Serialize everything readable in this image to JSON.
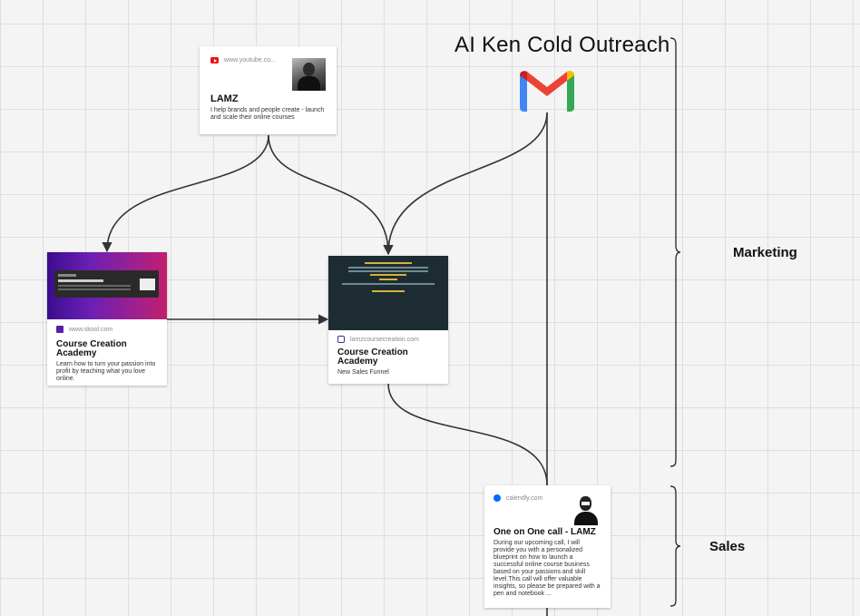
{
  "board": {
    "title": "AI Ken Cold Outreach",
    "section_marketing": "Marketing",
    "section_sales": "Sales"
  },
  "cards": {
    "youtube": {
      "domain": "www.youtube.co...",
      "title": "LAMZ",
      "desc": "I help brands and people create - launch and scale their online courses"
    },
    "skool": {
      "domain": "www.skool.com",
      "title": "Course Creation Academy",
      "desc": "Learn how to turn your passion into profit by teaching what you love online."
    },
    "funnel": {
      "domain": "lamzcoursecreation.com",
      "title": "Course Creation Academy",
      "desc": "New Sales Funnel"
    },
    "calendly": {
      "domain": "calendly.com",
      "title": "One on One call - LAMZ",
      "desc": "During our upcoming call, I will provide you with a personalized blueprint on how to launch a successful online course business based on your passions and skill level.This call will offer valuable insights, so please be prepared with a pen and notebook ..."
    }
  },
  "colors": {
    "youtube_red": "#e11111",
    "gmail_red": "#ea4335",
    "gmail_blue": "#4285f4",
    "gmail_green": "#34a853",
    "gmail_yellow": "#fbbc04",
    "funnel_bg": "#1d2c33",
    "skool_purple": "#5b1fa6",
    "calendly_blue": "#006bff"
  },
  "icons": {
    "gmail": "gmail-icon",
    "youtube": "youtube-icon",
    "bracket": "curly-brace"
  }
}
